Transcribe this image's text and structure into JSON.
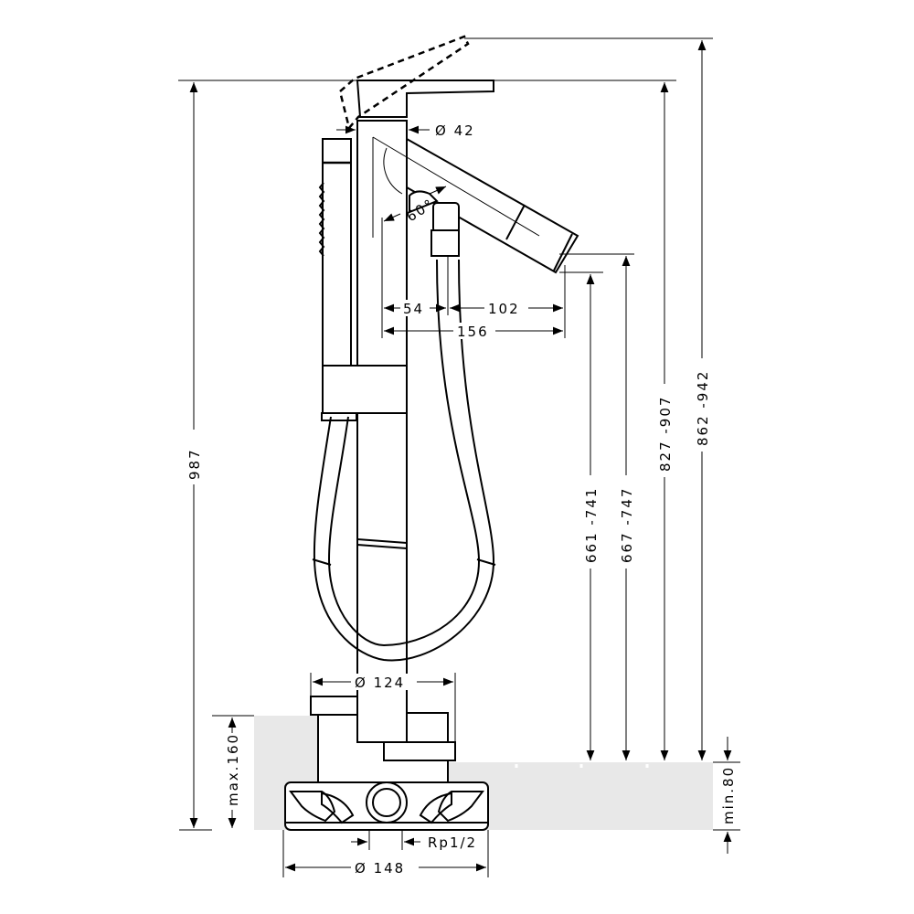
{
  "dimensions": {
    "dia42": "Ø 42",
    "angle60": "60°",
    "d54": "54",
    "d102": "102",
    "d156": "156",
    "dia124": "Ø 124",
    "dia148": "Ø 148",
    "rp12": "Rp1/2",
    "h987": "987",
    "h827_907": "827 -907",
    "h862_942": "862 -942",
    "h661_741": "661 -741",
    "h667_747": "667 -747",
    "max160": "max.160",
    "min80": "min.80"
  },
  "colors": {
    "line": "#000000",
    "floor": "#e8e8e8",
    "background": "#ffffff"
  }
}
